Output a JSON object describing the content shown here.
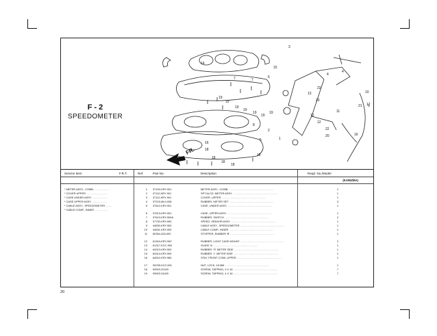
{
  "page": {
    "section_code": "F - 2",
    "section_name": "SPEEDOMETER",
    "page_number": "20"
  },
  "diagram": {
    "direction_label": "FR.",
    "callouts": [
      "14",
      "15",
      "6",
      "7",
      "7",
      "19",
      "19",
      "19",
      "19",
      "19",
      "19",
      "19",
      "8",
      "5",
      "2",
      "1",
      "16",
      "18",
      "18",
      "18",
      "18",
      "18",
      "4",
      "4",
      "22",
      "13",
      "20",
      "12",
      "12",
      "11",
      "22",
      "20",
      "21",
      "21",
      "17",
      "21",
      "16",
      "23",
      "23",
      "10",
      "9",
      "3"
    ]
  },
  "table": {
    "headers": {
      "service_item": "Service Item",
      "frt": "F.R.T.",
      "ref": "Ref.",
      "part_no": "Part No.",
      "description": "Description",
      "reqd_no_model": "Reqd. No./Model"
    },
    "model": "(KARIZMA)",
    "service_items": [
      "* METER ASSY., COMB.",
      "* COVER UPPER",
      "* CASE UNDER ASSY.",
      "* CASE UPPER ASSY.",
      "* CABLE ASSY., SPEEDOMETER",
      "* CABLE COMP., INNER"
    ],
    "parts": [
      {
        "ref": "1",
        "part_no": "37100-KRY-901",
        "desc": "METER ASSY., COMB.",
        "qty": "1"
      },
      {
        "ref": "2",
        "part_no": "37110-KRY-901",
        "desc": "SPT.ALCD, METER ASSY.",
        "qty": "1"
      },
      {
        "ref": "3",
        "part_no": "37112-KRY-901",
        "desc": "COVER, UPPER",
        "qty": "1"
      },
      {
        "ref": "4",
        "part_no": "37215-ML0-008",
        "desc": "RUBBER, METER SET",
        "qty": "3"
      },
      {
        "ref": "5",
        "part_no": "37612-KRY-901",
        "desc": "CASE, UNDER ASSY.",
        "qty": "1"
      },
      {
        "ref": "6",
        "part_no": "37613-KRY-901",
        "desc": "CASE, UPPER ASSY.",
        "qty": "1"
      },
      {
        "ref": "7",
        "part_no": "37613-KRY-900A",
        "desc": "RUBBER, SWITCH",
        "qty": "2"
      },
      {
        "ref": "8",
        "part_no": "37700-KRY-900",
        "desc": "SPEED, SENSOR ASSY.",
        "qty": "1"
      },
      {
        "ref": "9",
        "part_no": "44830-KRY-900",
        "desc": "CABLE ASSY., SPEEDOMETER",
        "qty": "1"
      },
      {
        "ref": "10",
        "part_no": "44831-KRY-900",
        "desc": "CABLE COMP., INNER",
        "qty": "1"
      },
      {
        "ref": "11",
        "part_no": "50354-426-000",
        "desc": "STOPPER, RUBBER 'B'",
        "qty": "1"
      },
      {
        "ref": "12",
        "part_no": "61304-KRY-900",
        "desc": "RUBBER, LIGHT CASE MOUNT",
        "qty": "2"
      },
      {
        "ref": "13",
        "part_no": "61317-KCC-900",
        "desc": "GUIDE 'A'",
        "qty": "1"
      },
      {
        "ref": "14",
        "part_no": "64313-KRY-900",
        "desc": "RUBBER, 'R' METER SIDE",
        "qty": "1"
      },
      {
        "ref": "15",
        "part_no": "64314-KRY-900",
        "desc": "RUBBER, 'L' METER SIDE",
        "qty": "1"
      },
      {
        "ref": "16",
        "part_no": "64510-KRY-960",
        "desc": "STAY, FRONT COWL UPPER",
        "qty": "1"
      },
      {
        "ref": "17",
        "part_no": "90235-KCZ-000",
        "desc": "NUT, LOCK, 18 MM",
        "qty": "1"
      },
      {
        "ref": "18",
        "part_no": "93903-22420",
        "desc": "SCREW, TAPPING, 3 X 16",
        "qty": "7"
      },
      {
        "ref": "19",
        "part_no": "93903-24420",
        "desc": "SCREW, TAPPING, 4 X 16",
        "qty": "7"
      }
    ]
  }
}
